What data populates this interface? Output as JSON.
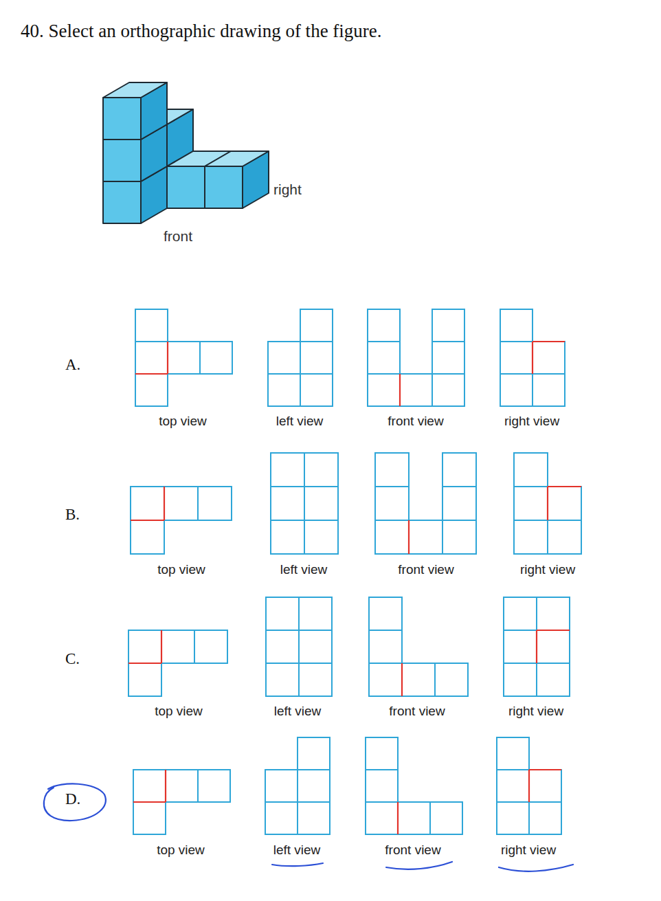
{
  "diagram": {
    "title": "40. Select an orthographic drawing of the figure.",
    "labels": [
      "right",
      "front",
      "A.",
      "top view",
      "left view",
      "front view",
      "right view",
      "B.",
      "top view",
      "left view",
      "front view",
      "right view",
      "C.",
      "top view",
      "left view",
      "front view",
      "right view",
      "D.",
      "top view",
      "left view",
      "front view",
      "right view"
    ]
  }
}
